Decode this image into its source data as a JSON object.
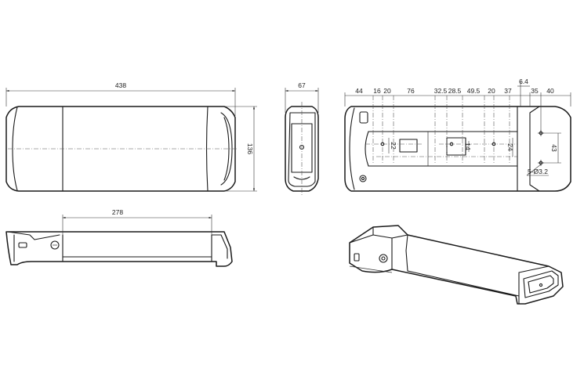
{
  "drawing": {
    "top_view": {
      "overall_length": "438",
      "height": "136"
    },
    "end_view": {
      "width": "67"
    },
    "side_view": {
      "cover_length": "278"
    },
    "bottom_view": {
      "top_dims": [
        "44",
        "16",
        "20",
        "76",
        "32.5",
        "28.5",
        "49.5",
        "20",
        "37",
        "6.4",
        "35",
        "40"
      ],
      "inner_dims": {
        "d22": "22",
        "d14": "14",
        "d24": "24",
        "d43": "43"
      },
      "hole_note": "5-Ø3.2"
    }
  }
}
